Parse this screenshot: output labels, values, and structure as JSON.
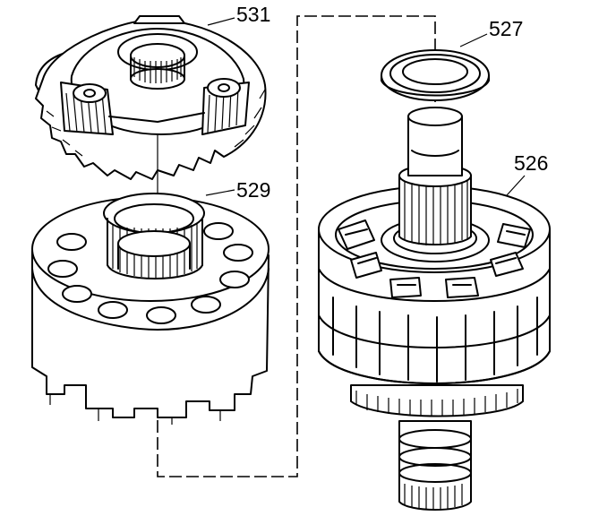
{
  "callouts": {
    "part_531": "531",
    "part_529": "529",
    "part_527": "527",
    "part_526": "526"
  }
}
